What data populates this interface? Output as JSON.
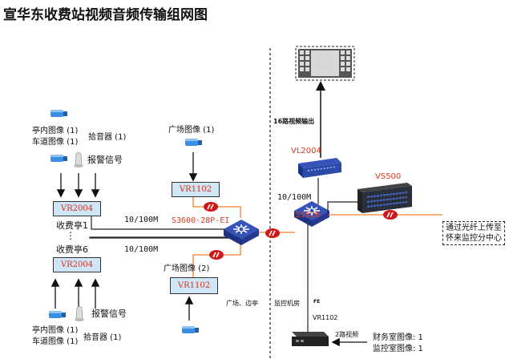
{
  "title": "宣华东收费站视频音频传输组网图",
  "colors": {
    "device_label": "#e03a1e",
    "device_box_fill": "#cfe6f7",
    "fiber_line": "#f08030",
    "copper_line": "#222222",
    "switch_blue": "#2c4aa8",
    "camera_blue": "#3a8ee6",
    "firewall_red": "#d01818"
  },
  "booth_top": {
    "camera1_label": "亭内图像 (1)",
    "camera2_label": "车道图像 (1)",
    "mic_label": "拾音器 (1)",
    "alarm_label": "报警信号",
    "device_label": "VR2004",
    "booth_label": "收费亭1"
  },
  "booth_bottom": {
    "camera1_label": "亭内图像 (1)",
    "camera2_label": "车道图像 (1)",
    "mic_label": "拾音器 (1)",
    "alarm_label": "报警信号",
    "device_label": "VR2004",
    "booth_label": "收费亭6"
  },
  "ellipsis": "⋮",
  "links": {
    "booth1_speed": "10/100M",
    "booth6_speed": "10/100M",
    "core_speed": "10/100M",
    "fe_label": "FE",
    "video_out": "16路视频输出",
    "video_in_2": "2路视频"
  },
  "plaza_top": {
    "camera_label": "广场图像 (1)",
    "device_label": "VR1102"
  },
  "plaza_bottom": {
    "camera_label": "广场图像 (2)",
    "device_label": "VR1102"
  },
  "switch_left_label": "S3600-28P-EI",
  "switch_right_label": "S3626",
  "decoder_label": "VL2004",
  "storage_label": "VS500",
  "zones": {
    "left": "广场、边亭",
    "right": "监控机房"
  },
  "uplink_note": [
    "通过光纤上传至",
    "怀来监控分中心"
  ],
  "office": {
    "device_label": "VR1102",
    "sources": [
      "财务室图像: 1",
      "监控室图像: 1"
    ]
  }
}
